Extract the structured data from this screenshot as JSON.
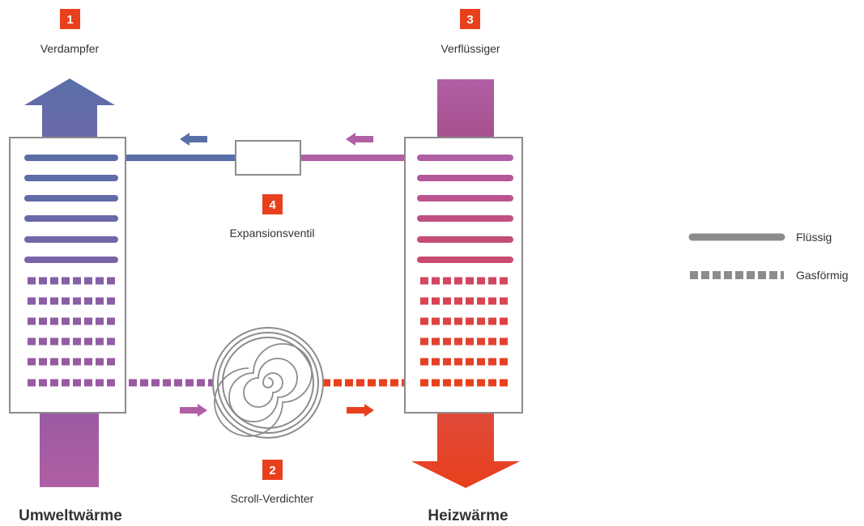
{
  "steps": [
    {
      "number": "1",
      "label": "Verdampfer"
    },
    {
      "number": "2",
      "label": "Scroll-Verdichter"
    },
    {
      "number": "3",
      "label": "Verflüssiger"
    },
    {
      "number": "4",
      "label": "Expansionsventil"
    }
  ],
  "bottom_labels": {
    "left": "Umweltwärme",
    "right": "Heizwärme"
  },
  "legend": {
    "liquid": "Flüssig",
    "gas": "Gasförmig"
  },
  "colors": {
    "step_badge": "#e8401c",
    "cold_blue": "#5a6ea8",
    "warm_purple": "#b05fa5",
    "hot_red": "#e8401c",
    "liquid_red": "#c94a70",
    "legend_gray": "#8c8c8c",
    "box_border": "#8c8c8c"
  }
}
